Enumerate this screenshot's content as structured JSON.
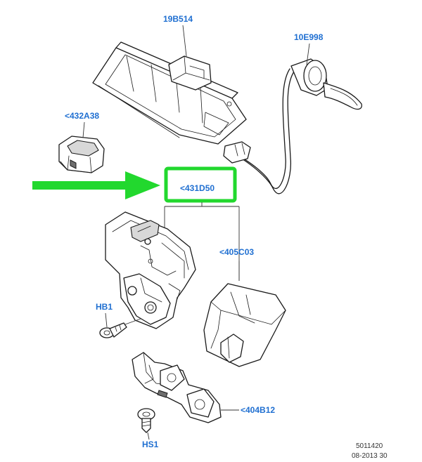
{
  "callouts": {
    "tail_lamp": "19B514",
    "cable": "10E998",
    "switch": "<432A38",
    "latch": "<431D50",
    "cover": "<405C03",
    "bolt_hb1": "HB1",
    "bracket": "<404B12",
    "screw_hs1": "HS1"
  },
  "footer": {
    "drawing_number": "5011420",
    "date_code": "08-2013 30"
  },
  "colors": {
    "callout_text": "#1f6fd1",
    "highlight": "#22d82e",
    "arrow": "#22d82e",
    "line_art": "#1a1a1a"
  },
  "icons": {
    "arrow": "right-arrow-icon"
  }
}
